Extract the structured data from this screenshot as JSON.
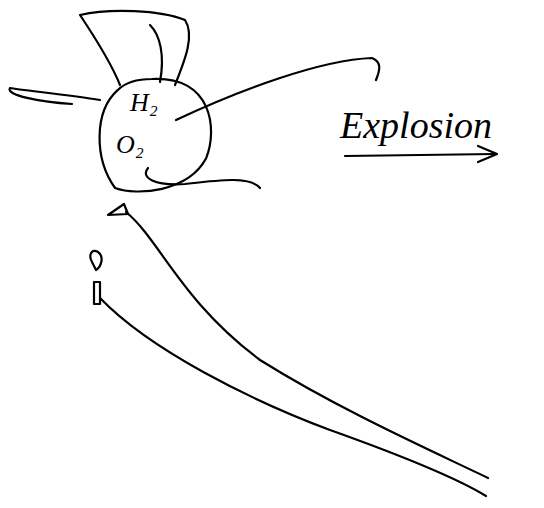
{
  "diagram": {
    "nodes": [
      {
        "text": [
          "H₂",
          "O₂"
        ]
      }
    ],
    "labels": [
      "Explosion"
    ]
  }
}
